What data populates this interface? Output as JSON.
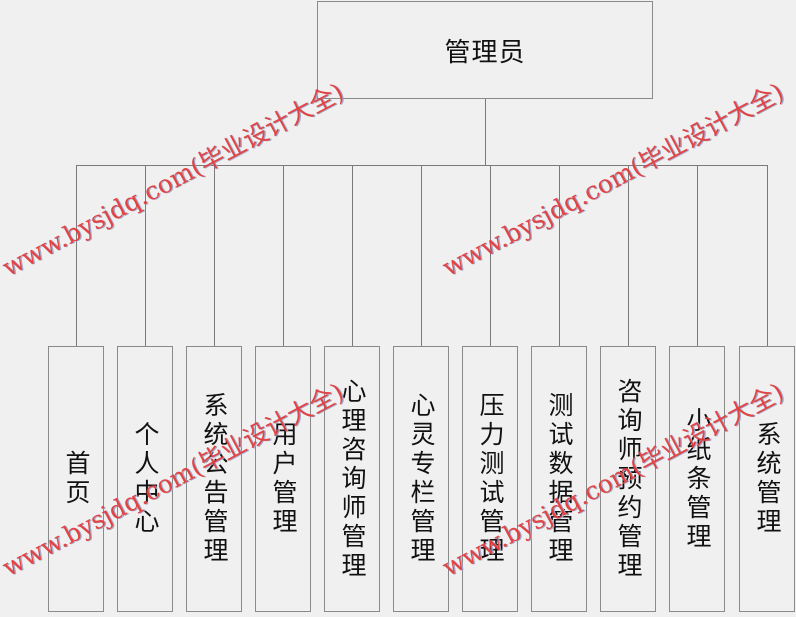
{
  "diagram": {
    "type": "org-chart",
    "root": {
      "label": "管理员"
    },
    "children": [
      {
        "label": "首页"
      },
      {
        "label": "个人中心"
      },
      {
        "label": "系统公告管理"
      },
      {
        "label": "用户管理"
      },
      {
        "label": "心理咨询师管理"
      },
      {
        "label": "心灵专栏管理"
      },
      {
        "label": "压力测试管理"
      },
      {
        "label": "测试数据管理"
      },
      {
        "label": "咨询师预约管理"
      },
      {
        "label": "小纸条管理"
      },
      {
        "label": "系统管理"
      }
    ],
    "colors": {
      "background": "#f0f0f0",
      "box_border": "#8a8a8a",
      "connector": "#7a7a7a",
      "text": "#111111",
      "watermark": "#e23a3a"
    }
  },
  "watermarks": [
    {
      "text": "www.bysjdq.com(毕业设计大全)"
    },
    {
      "text": "www.bysjdq.com(毕业设计大全)"
    },
    {
      "text": "www.bysjdq.com(毕业设计大全)"
    },
    {
      "text": "www.bysjdq.com(毕业设计大全)"
    }
  ]
}
